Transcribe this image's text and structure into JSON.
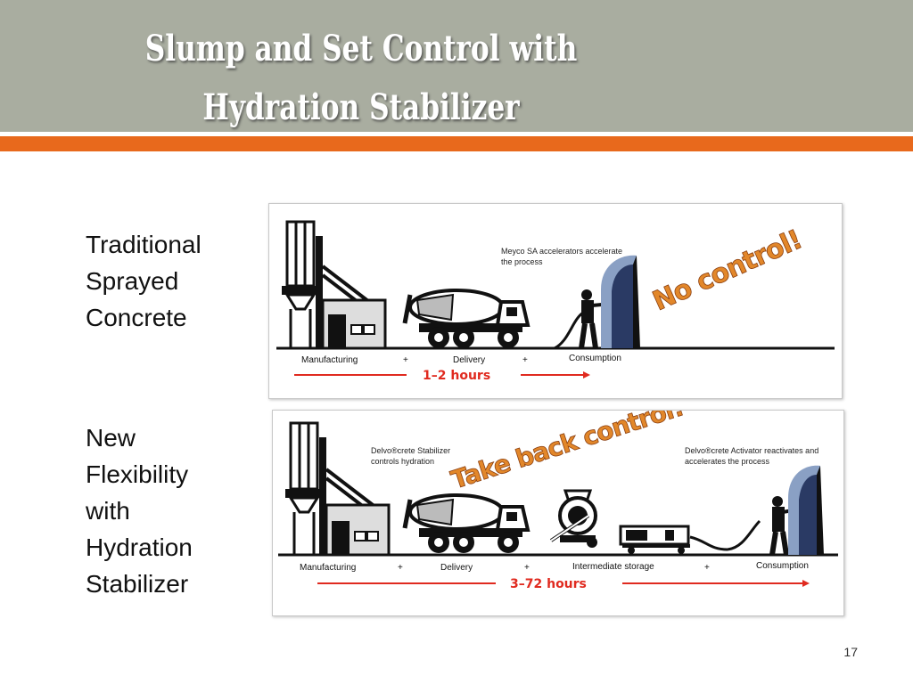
{
  "slide": {
    "title_line1": "Slump and Set Control with",
    "title_line2": "Hydration Stabilizer",
    "page_number": "17",
    "colors": {
      "title_band": "#a9ada0",
      "accent_orange": "#e8691c",
      "diagram_red": "#e02a1f",
      "wordart": "#e2872a"
    }
  },
  "traditional": {
    "label": [
      "Traditional",
      "Sprayed",
      "Concrete"
    ],
    "note": [
      "Meyco SA accelerators accelerate",
      "the process"
    ],
    "stages": [
      "Manufacturing",
      "+",
      "Delivery",
      "+",
      "Consumption"
    ],
    "duration": "1–2 hours",
    "callout": "No control!"
  },
  "new_flex": {
    "label": [
      "New",
      "Flexibility",
      "with",
      "Hydration",
      "Stabilizer"
    ],
    "note_left": [
      "Delvo®crete Stabilizer",
      "controls hydration"
    ],
    "note_right": [
      "Delvo®crete Activator reactivates and",
      "accelerates the process"
    ],
    "stages": [
      "Manufacturing",
      "+",
      "Delivery",
      "+",
      "Intermediate storage",
      "+",
      "Consumption"
    ],
    "duration": "3–72 hours",
    "callout": "Take back control!"
  }
}
